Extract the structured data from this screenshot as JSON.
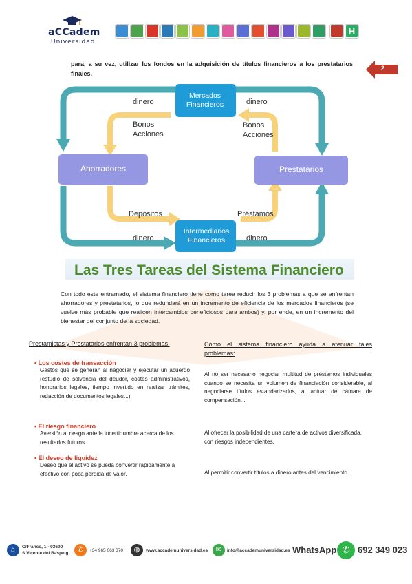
{
  "brand": {
    "name_line1": "aCCadem",
    "name_line2": "Universidad"
  },
  "page_number": "2",
  "intro_text": "para, a su vez, utilizar los fondos en la adquisición de títulos financieros a los prestatarios finales.",
  "diagram": {
    "mercados": "Mercados Financieros",
    "intermediarios": "Intermediarios Financieros",
    "ahorradores": "Ahorradores",
    "prestatarios": "Prestatarios",
    "dinero_tl": "dinero",
    "dinero_tr": "dinero",
    "dinero_bl": "dinero",
    "dinero_br": "dinero",
    "bonos_left_1": "Bonos",
    "bonos_left_2": "Acciones",
    "bonos_right_1": "Bonos",
    "bonos_right_2": "Acciones",
    "depositos": "Depósitos",
    "prestamos": "Préstamos"
  },
  "heading": "Las Tres Tareas del Sistema Financiero",
  "body_paragraph": "Con todo este entramado, el sistema financiero tiene como tarea reducir los 3 problemas a que se enfrentan ahorradores y prestatarios, lo que redundará en un incremento de eficiencia de los mercados financieros (se vuelve más probable que realicen intercambios beneficiosos para ambos) y, por ende, en un incremento del bienestar del conjunto de la sociedad.",
  "left_column": {
    "title": "Prestamistas y Prestatarios enfrentan 3 problemas:",
    "items": [
      {
        "title": "Los costes de transacción",
        "text": "Gastos que se generan al negociar y ejecutar un acuerdo (estudio de solvencia del deudor, costes administrativos, honorarios legales, tiempo invertido en realizar trámites, redacción de documentos legales...)."
      },
      {
        "title": "El riesgo financiero",
        "text": "Aversión al riesgo ante la incertidumbre acerca de los resultados futuros."
      },
      {
        "title": "El deseo de liquidez",
        "text": "Deseo que el activo se pueda convertir rápidamente a efectivo con poca pérdida de valor."
      }
    ]
  },
  "right_column": {
    "title": "Cómo el sistema financiero ayuda a atenuar tales problemas:",
    "items": [
      "Al no ser necesario negociar multitud de préstamos individuales cuando se necesita un volumen de financiación considerable, al negociarse títulos estandarizados, al actuar de cámara de compensación...",
      "Al ofrecer la posibilidad de una cartera de activos diversificada, con riesgos independientes.",
      "Al permitir convertir títulos a dinero antes del vencimiento."
    ]
  },
  "footer": {
    "address_1": "C/Franco, 1 - 03690",
    "address_2": "S.Vicente del Raspeig",
    "phone": "+34 965 063 370",
    "web": "www.accademuniversidad.es",
    "email": "info@accademuniversidad.es",
    "whatsapp_label": "WhatsApp",
    "whatsapp_number": "692 349 023"
  },
  "colors": {
    "blue": "#1f9bd7",
    "teal": "#4aa9b3",
    "yellow": "#f8d27a",
    "lavender": "#9597e3",
    "title_green": "#4d8c2c",
    "red": "#d0402b"
  }
}
